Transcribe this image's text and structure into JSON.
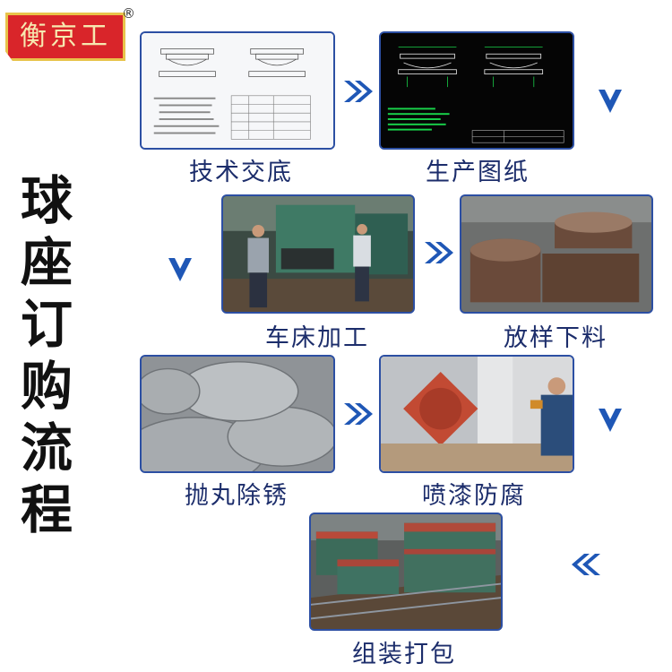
{
  "brand": {
    "logo_text": "衡京工",
    "registered": "®"
  },
  "title_chars": [
    "球",
    "座",
    "订",
    "购",
    "流",
    "程"
  ],
  "steps": [
    {
      "label": "技术交底"
    },
    {
      "label": "生产图纸"
    },
    {
      "label": "车床加工"
    },
    {
      "label": "放样下料"
    },
    {
      "label": "抛丸除锈"
    },
    {
      "label": "喷漆防腐"
    },
    {
      "label": "组装打包"
    }
  ],
  "colors": {
    "accent": "#2c4fa3",
    "arrow": "#1f57b6",
    "logo_bg": "#d9252a",
    "caption": "#1c2d6b"
  }
}
